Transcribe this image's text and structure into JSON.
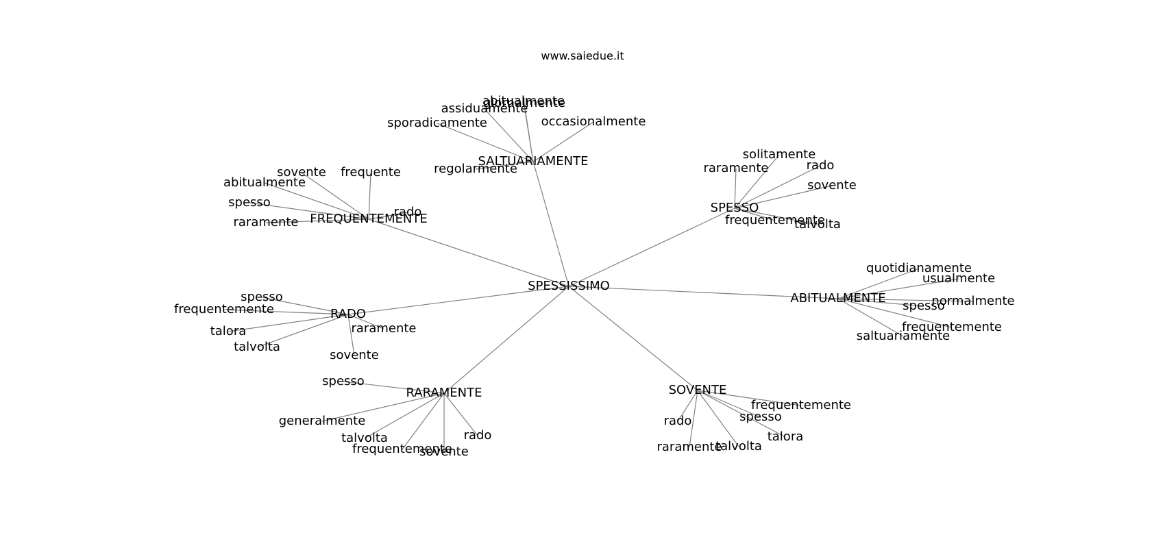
{
  "header": {
    "site": "www.saiedue.it"
  },
  "colors": {
    "edge": "#808080",
    "text": "#000000",
    "background": "#ffffff"
  },
  "graph": {
    "root": "SPESSISSIMO",
    "groups": [
      {
        "hub": "SALTUARIAMENTE",
        "leaves": [
          "abitualmente",
          "giornalmente",
          "assiduamente",
          "sporadicamente",
          "occasionalmente",
          "regolarmente"
        ]
      },
      {
        "hub": "SPESSO",
        "leaves": [
          "solitamente",
          "raramente",
          "rado",
          "sovente",
          "frequentemente",
          "talvolta"
        ]
      },
      {
        "hub": "FREQUENTEMENTE",
        "leaves": [
          "sovente",
          "frequente",
          "abitualmente",
          "spesso",
          "rado",
          "raramente"
        ]
      },
      {
        "hub": "ABITUALMENTE",
        "leaves": [
          "quotidianamente",
          "usualmente",
          "normalmente",
          "spesso",
          "frequentemente",
          "saltuariamente"
        ]
      },
      {
        "hub": "RADO",
        "leaves": [
          "spesso",
          "frequentemente",
          "talora",
          "talvolta",
          "raramente",
          "sovente"
        ]
      },
      {
        "hub": "RARAMENTE",
        "leaves": [
          "spesso",
          "generalmente",
          "talvolta",
          "frequentemente",
          "sovente",
          "rado"
        ]
      },
      {
        "hub": "SOVENTE",
        "leaves": [
          "frequentemente",
          "spesso",
          "rado",
          "talora",
          "raramente",
          "talvolta"
        ]
      }
    ]
  }
}
